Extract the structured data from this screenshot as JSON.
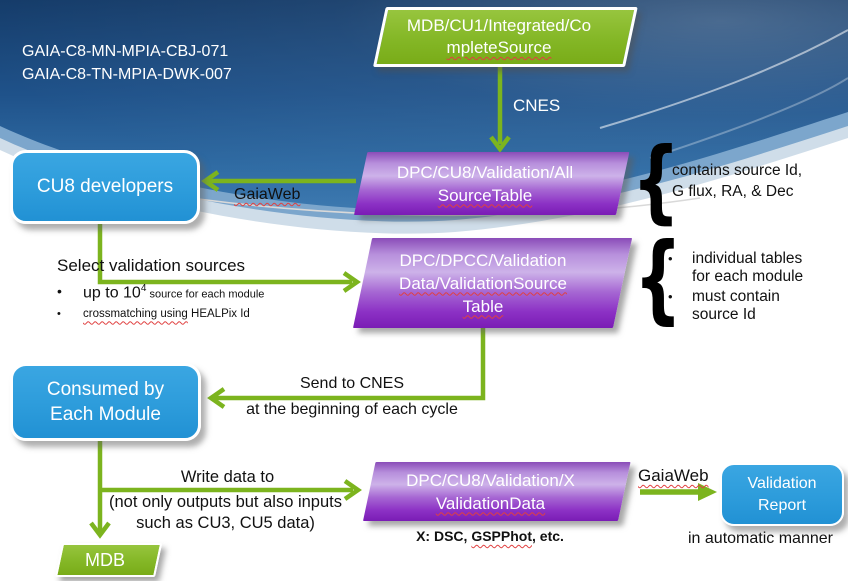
{
  "document_ids": {
    "line1": "GAIA-C8-MN-MPIA-CBJ-071",
    "line2": "GAIA-C8-TN-MPIA-DWK-007"
  },
  "nodes": {
    "mdb_cu1": {
      "line1": "MDB/CU1/Integrated/Co",
      "line2": "mpleteSource"
    },
    "all_source_table": {
      "line1": "DPC/CU8/Validation/All",
      "line2": "SourceTable"
    },
    "validation_source_table": {
      "line1": "DPC/DPCC/Validation",
      "line2": "Data/ValidationSource",
      "line3": "Table"
    },
    "x_validation_data": {
      "line1": "DPC/CU8/Validation/X",
      "line2": "ValidationData"
    },
    "cu8_developers": {
      "label": "CU8 developers"
    },
    "consumed_by": {
      "line1": "Consumed by",
      "line2": "Each Module"
    },
    "validation_report": {
      "line1": "Validation",
      "line2": "Report"
    },
    "mdb": {
      "label": "MDB"
    }
  },
  "edge_labels": {
    "cnes": "CNES",
    "gaiaweb1": "GaiaWeb",
    "gaiaweb2": "GaiaWeb",
    "send_line1": "Send to CNES",
    "send_line2": "at the beginning of each cycle",
    "write_line1": "Write data to",
    "write_line2": "(not only outputs but also inputs",
    "write_line3": "such as CU3, CU5 data)"
  },
  "annotations": {
    "all_source_note_line1": "contains source Id,",
    "all_source_note_line2": "G flux, RA, & Dec",
    "vst_bullet1_line1": "individual tables",
    "vst_bullet1_line2": "for each module",
    "vst_bullet2_line1": "must contain",
    "vst_bullet2_line2": "source Id",
    "select_heading": "Select validation sources",
    "select_b1_main": "up to 10",
    "select_b1_sup": "4",
    "select_b1_rest": " source for each module",
    "select_b2_sq": "crossmatching using",
    "select_b2_rest": " HEALPix Id",
    "x_note_pre": "X: DSC, ",
    "x_note_word": "GSPPhot",
    "x_note_post": ", etc.",
    "auto_note": "in automatic manner"
  },
  "colors": {
    "accent_green": "#7cb41e",
    "node_blue": "#2d9cdb",
    "node_purple": "#8c31c5",
    "background_navy": "#1c4e80",
    "squiggle_red": "#e04040",
    "text_dark": "#111111"
  }
}
